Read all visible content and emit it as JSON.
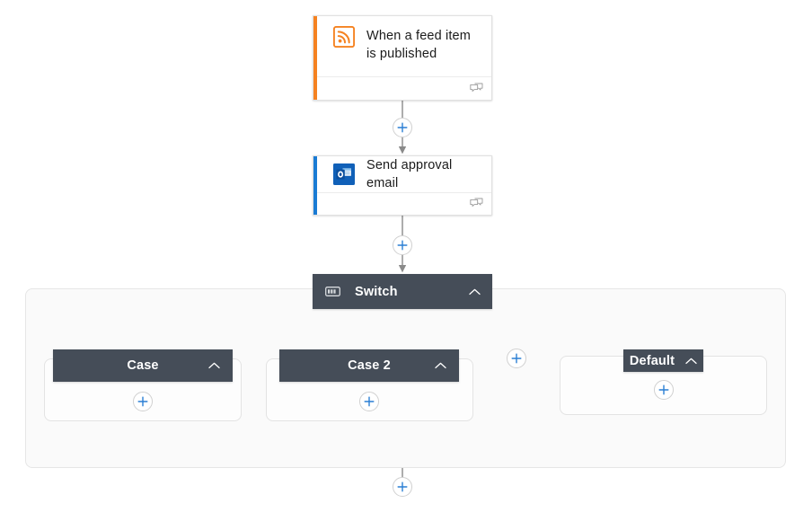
{
  "canvas": {
    "background": "#ffffff",
    "scope_background": "#fafafa",
    "accent_blue": "#0078d4",
    "dark_header": "#454d58",
    "rss_orange": "#f58220",
    "outlook_blue": "#0f6cbd"
  },
  "nodes": [
    {
      "id": "trigger-rss",
      "title": "When a feed item is published",
      "icon": "rss-icon",
      "accent": "#f58220",
      "footer_icon": "comments-icon"
    },
    {
      "id": "action-outlook",
      "title": "Send approval email",
      "icon": "outlook-icon",
      "accent": "#0f6cbd",
      "footer_icon": "comments-icon"
    }
  ],
  "switch": {
    "label": "Switch",
    "icon": "switch-icon",
    "collapse_icon": "chevron-up-icon",
    "cases": [
      {
        "id": "case-1",
        "label": "Case",
        "collapse_icon": "chevron-up-icon",
        "add_label": "+"
      },
      {
        "id": "case-2",
        "label": "Case 2",
        "collapse_icon": "chevron-up-icon",
        "add_label": "+"
      },
      {
        "id": "case-default",
        "label": "Default",
        "collapse_icon": "chevron-up-icon",
        "add_label": "+"
      }
    ],
    "add_case_label": "+"
  },
  "connectors": [
    {
      "id": "trigger-to-action",
      "add_label": "+"
    },
    {
      "id": "action-to-switch",
      "add_label": "+"
    },
    {
      "id": "switch-to-end",
      "add_label": "+"
    }
  ],
  "icons": {
    "rss": "rss-icon",
    "outlook": "outlook-icon",
    "switch": "switch-icon",
    "chevron_up": "chevron-up-icon",
    "plus": "plus-icon",
    "comments": "comments-icon"
  }
}
